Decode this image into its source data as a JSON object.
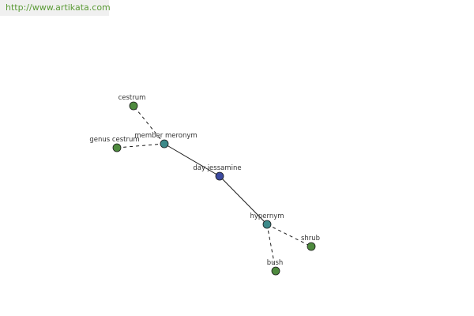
{
  "header": {
    "url": "http://www.artikata.com"
  },
  "colors": {
    "center_node": "#3c4aa0",
    "relation_node": "#3d8a8a",
    "leaf_node": "#4e8a3e",
    "watermark_text": "#5a9a35"
  },
  "graph": {
    "center": {
      "label": "day jessamine"
    },
    "relations": [
      {
        "label": "member meronym",
        "leaves": [
          "cestrum",
          "genus cestrum"
        ]
      },
      {
        "label": "hypernym",
        "leaves": [
          "shrub",
          "bush"
        ]
      }
    ]
  }
}
